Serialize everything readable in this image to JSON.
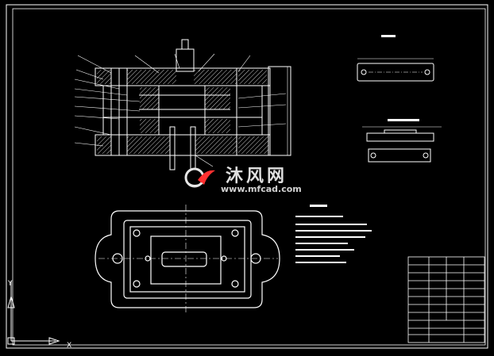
{
  "drawing": {
    "background": "#000000",
    "line_color": "#ffffff",
    "accent_color": "#ff3030"
  },
  "watermark": {
    "site_name": "沐风网",
    "site_url": "www.mfcad.com"
  },
  "ucs": {
    "x_label": "X",
    "y_label": "Y"
  }
}
